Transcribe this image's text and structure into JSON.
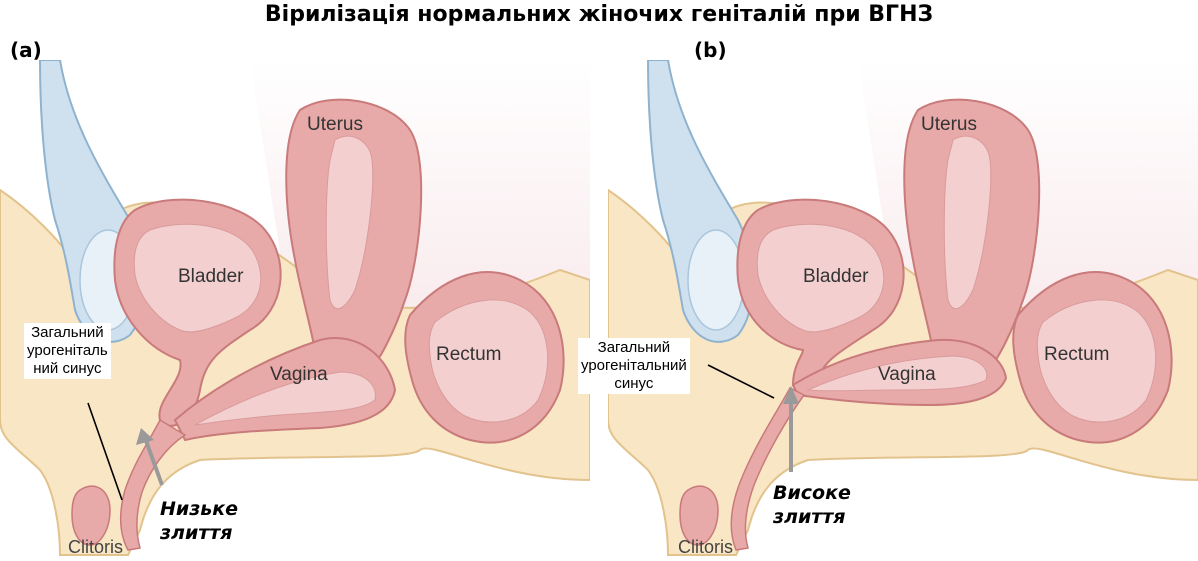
{
  "title": "Вірилізація нормальних жіночих геніталій при ВГНЗ",
  "panels": [
    {
      "letter": "(a)",
      "organs": {
        "uterus": "Uterus",
        "bladder": "Bladder",
        "vagina": "Vagina",
        "rectum": "Rectum",
        "clitoris": "Clitoris"
      },
      "sinus_label": [
        "Загальний",
        "урогеніталь",
        "ний синус"
      ],
      "confluence_label": [
        "Низьке",
        "злиття"
      ]
    },
    {
      "letter": "(b)",
      "organs": {
        "uterus": "Uterus",
        "bladder": "Bladder",
        "vagina": "Vagina",
        "rectum": "Rectum",
        "clitoris": "Clitoris"
      },
      "sinus_label": [
        "Загальний",
        "урогенітальний",
        "синус"
      ],
      "confluence_label": [
        "Високе",
        "злиття"
      ]
    }
  ],
  "colors": {
    "skin": "#f9e6c4",
    "skin_edge": "#e2c38e",
    "organ": "#e7aaa9",
    "organ_edge": "#c97a7a",
    "lumen": "#f3cfcf",
    "bone": "#cfe1ef",
    "arrow": "#9a9a9a",
    "shade": "#f6e3e6"
  }
}
